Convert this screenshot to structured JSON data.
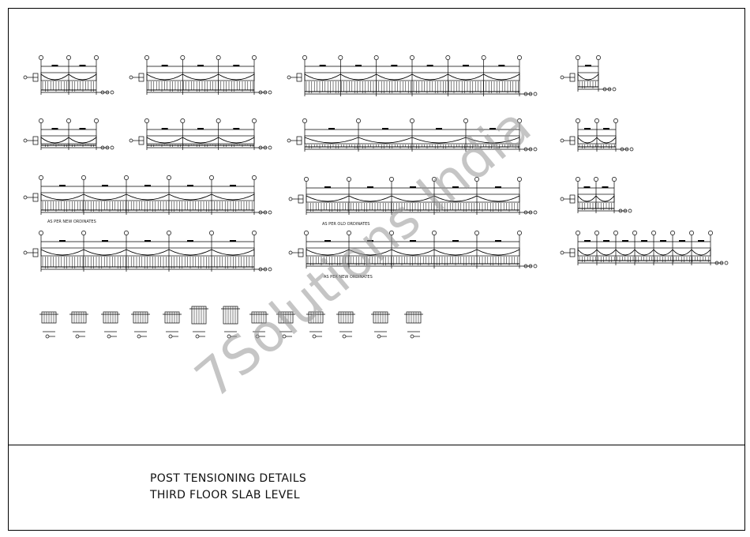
{
  "title_block": {
    "line1": "POST TENSIONING DETAILS",
    "line2": "THIRD FLOOR SLAB LEVEL"
  },
  "notes": {
    "new_ordinates": "AS PER NEW ORDINATES",
    "old_ordinates": "AS PER OLD ORDINATES",
    "row4_note": "AS PER NEW ORDINATES"
  },
  "watermark": "7Solutions India",
  "colors": {
    "line": "#000000",
    "watermark": "#969696"
  }
}
